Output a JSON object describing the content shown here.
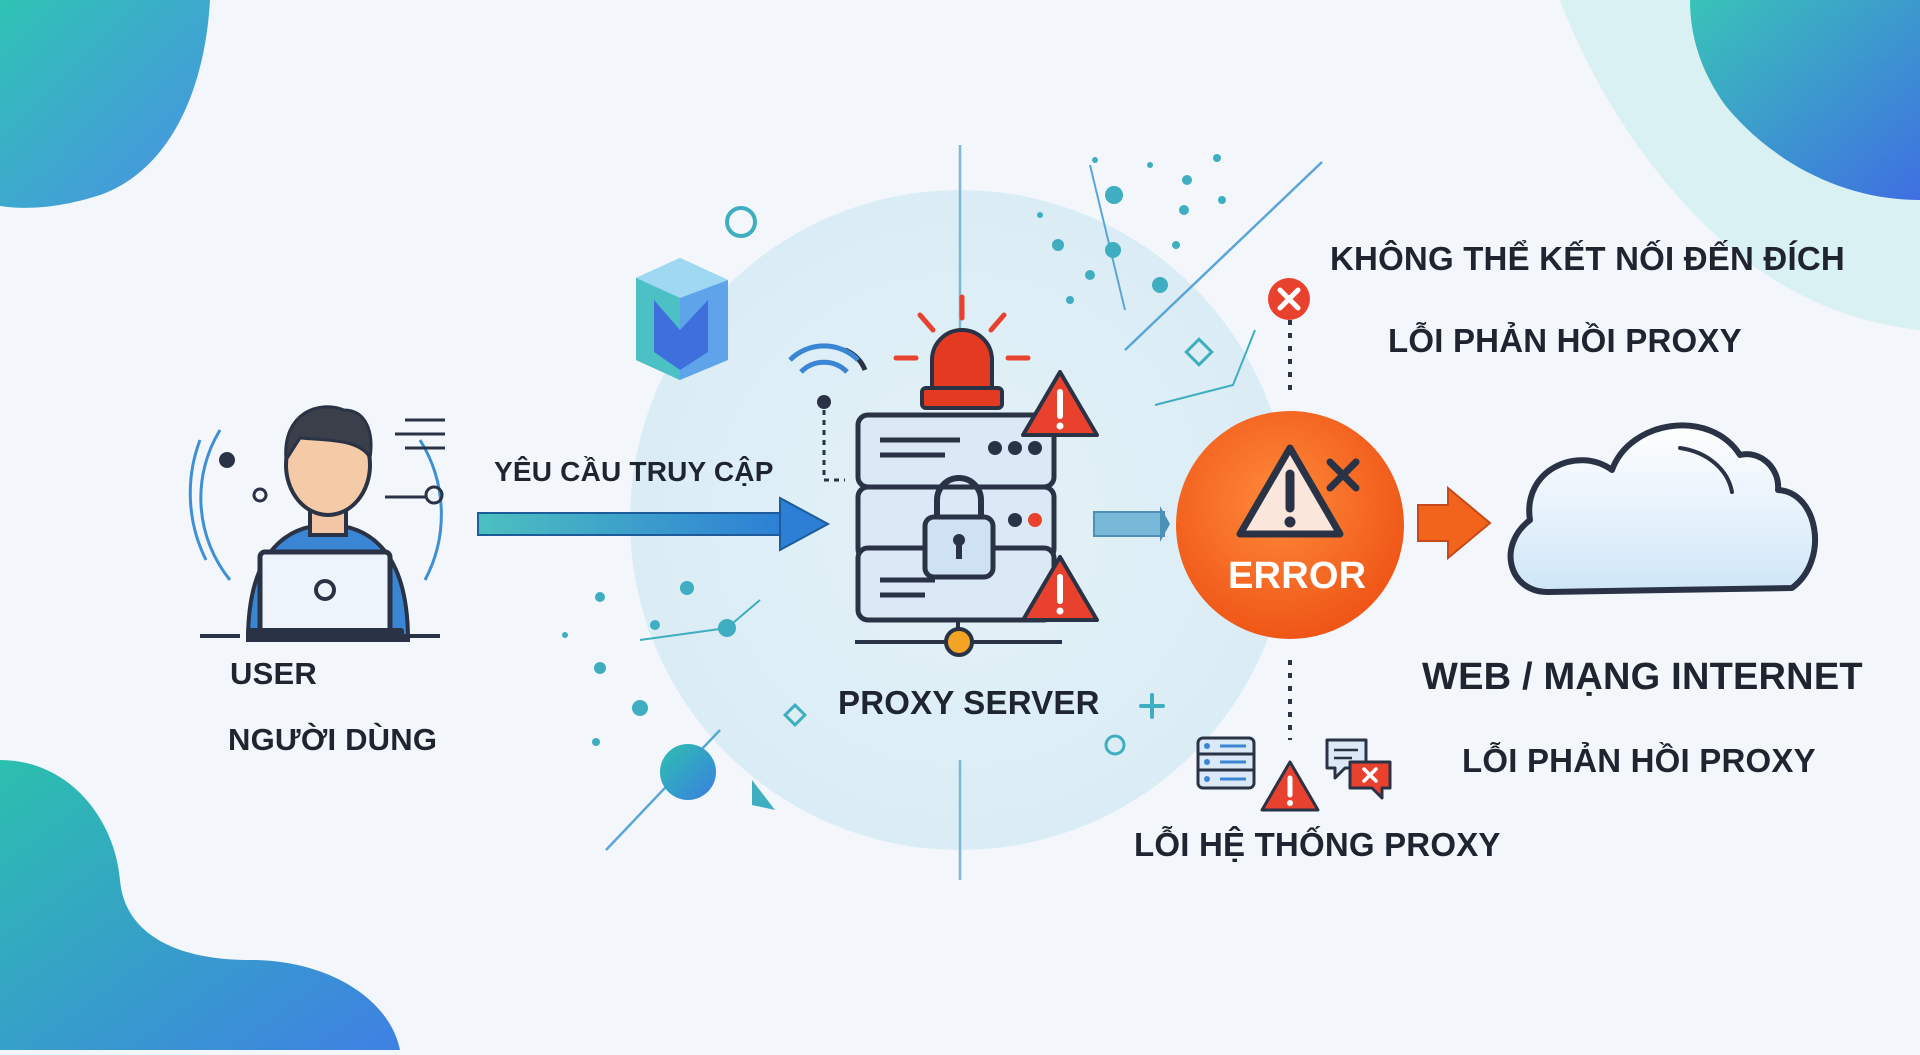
{
  "labels": {
    "user": "USER",
    "user_vi": "NGƯỜI DÙNG",
    "request": "YÊU CẦU TRUY CẬP",
    "proxy_server": "PROXY SERVER",
    "cannot_connect": "KHÔNG THỂ KẾT NỐI ĐẾN ĐÍCH",
    "proxy_response_error_top": "LỖI PHẢN HỒI PROXY",
    "error_badge": "ERROR",
    "web_internet": "WEB / MẠNG INTERNET",
    "proxy_response_error_bottom": "LỖI PHẢN HỒI PROXY",
    "proxy_system_error": "LỖI HỆ THỐNG PROXY"
  },
  "icons": {
    "user": "user-at-laptop-icon",
    "proxy": "server-rack-lock-icon",
    "siren": "red-siren-icon",
    "warning": "warning-triangle-icon",
    "error": "error-circle-icon",
    "cloud": "cloud-icon",
    "wifi": "wifi-icon",
    "close": "close-x-icon",
    "chat": "chat-error-icon"
  },
  "colors": {
    "flow_arrow": "#3d92d8",
    "error_orange": "#f2631c",
    "warning_red": "#e8422f",
    "siren_red": "#e53a22",
    "server_blue": "#dbe8f6",
    "outline": "#2a3346",
    "accent_teal": "#3bc3b5"
  }
}
